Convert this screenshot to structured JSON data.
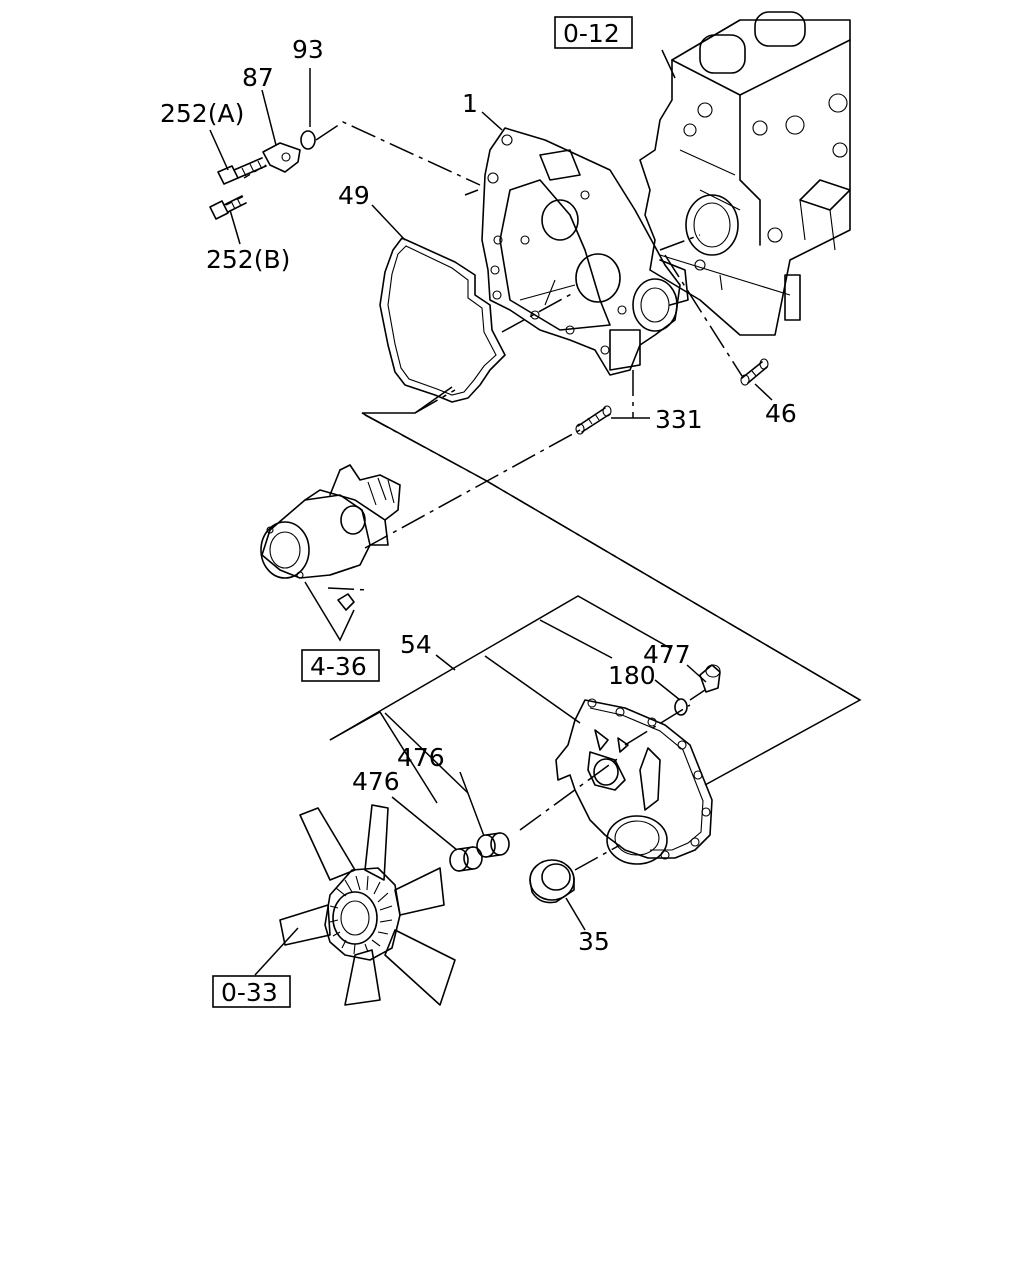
{
  "callouts": [
    {
      "id": "93",
      "text": "93"
    },
    {
      "id": "87",
      "text": "87"
    },
    {
      "id": "252a",
      "text": "252(A)"
    },
    {
      "id": "252b",
      "text": "252(B)"
    },
    {
      "id": "1",
      "text": "1"
    },
    {
      "id": "49",
      "text": "49"
    },
    {
      "id": "331",
      "text": "331"
    },
    {
      "id": "46",
      "text": "46"
    },
    {
      "id": "54",
      "text": "54"
    },
    {
      "id": "477",
      "text": "477"
    },
    {
      "id": "180",
      "text": "180"
    },
    {
      "id": "476a",
      "text": "476"
    },
    {
      "id": "476b",
      "text": "476"
    },
    {
      "id": "35",
      "text": "35"
    }
  ],
  "references": [
    {
      "id": "0-12",
      "text": "0-12"
    },
    {
      "id": "4-36",
      "text": "4-36"
    },
    {
      "id": "0-33",
      "text": "0-33"
    }
  ]
}
